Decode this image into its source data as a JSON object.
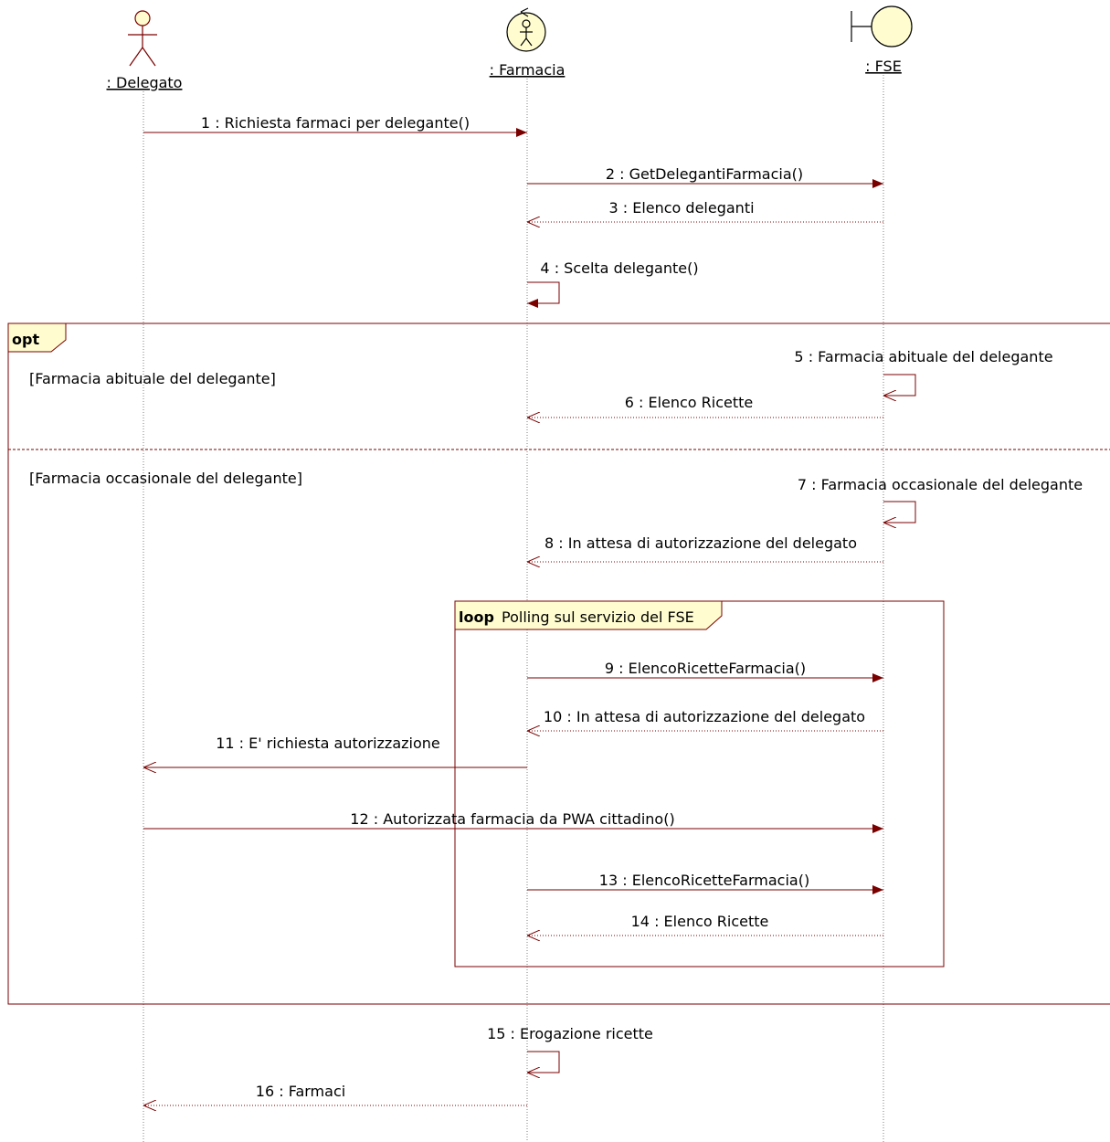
{
  "colors": {
    "message": "#7a0000",
    "frame": "#7a0000",
    "actor_fill": "#fffdd0",
    "tab_fill": "#fffdd0",
    "lifeline": "#7f7f7f"
  },
  "lifelines": {
    "delegato": {
      "label": ": Delegato",
      "icon": "actor-stick-figure-icon"
    },
    "farmacia": {
      "label": ": Farmacia",
      "icon": "control-actor-icon"
    },
    "fse": {
      "label": ": FSE",
      "icon": "boundary-icon"
    }
  },
  "frames": {
    "opt": {
      "keyword": "opt",
      "guard_1": "[Farmacia abituale del delegante]",
      "guard_2": "[Farmacia occasionale del delegante]"
    },
    "loop": {
      "keyword": "loop",
      "label": "Polling sul servizio del FSE"
    }
  },
  "messages": [
    {
      "text": "1 : Richiesta farmaci per delegante()",
      "from": "delegato",
      "to": "farmacia",
      "kind": "sync"
    },
    {
      "text": "2 : GetDelegantiFarmacia()",
      "from": "farmacia",
      "to": "fse",
      "kind": "sync"
    },
    {
      "text": "3 : Elenco deleganti",
      "from": "fse",
      "to": "farmacia",
      "kind": "reply"
    },
    {
      "text": "4 : Scelta delegante()",
      "from": "farmacia",
      "to": "farmacia",
      "kind": "self"
    },
    {
      "text": "5 : Farmacia abituale del delegante",
      "from": "fse",
      "to": "fse",
      "kind": "self"
    },
    {
      "text": "6 : Elenco Ricette",
      "from": "fse",
      "to": "farmacia",
      "kind": "reply"
    },
    {
      "text": "7 : Farmacia occasionale del delegante",
      "from": "fse",
      "to": "fse",
      "kind": "self"
    },
    {
      "text": "8 : In attesa di autorizzazione del delegato",
      "from": "fse",
      "to": "farmacia",
      "kind": "reply"
    },
    {
      "text": "9 : ElencoRicetteFarmacia()",
      "from": "farmacia",
      "to": "fse",
      "kind": "sync"
    },
    {
      "text": "10 : In attesa di autorizzazione del delegato",
      "from": "fse",
      "to": "farmacia",
      "kind": "reply"
    },
    {
      "text": "11 : E' richiesta autorizzazione",
      "from": "farmacia",
      "to": "delegato",
      "kind": "async"
    },
    {
      "text": "12 : Autorizzata farmacia da PWA cittadino()",
      "from": "delegato",
      "to": "fse",
      "kind": "sync"
    },
    {
      "text": "13 : ElencoRicetteFarmacia()",
      "from": "farmacia",
      "to": "fse",
      "kind": "sync"
    },
    {
      "text": "14 : Elenco Ricette",
      "from": "fse",
      "to": "farmacia",
      "kind": "reply"
    },
    {
      "text": "15 : Erogazione ricette",
      "from": "farmacia",
      "to": "farmacia",
      "kind": "self"
    },
    {
      "text": "16 : Farmaci",
      "from": "farmacia",
      "to": "delegato",
      "kind": "reply"
    }
  ]
}
